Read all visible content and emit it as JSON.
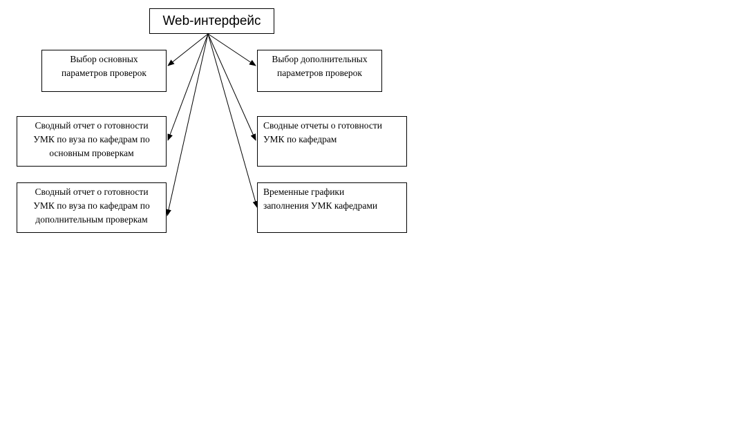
{
  "root": {
    "label": "Web-интерфейс"
  },
  "nodes": {
    "basic_params": {
      "label": "Выбор основных\nпараметров проверок"
    },
    "extra_params": {
      "label": "Выбор дополнительных\nпараметров проверок"
    },
    "summary_basic": {
      "label": "Сводный отчет о готовности\nУМК по вуза по кафедрам по\nосновным проверкам"
    },
    "summary_dept": {
      "label": "Сводные отчеты о готовности\nУМК по кафедрам"
    },
    "summary_extra": {
      "label": "Сводный отчет о готовности\nУМК по вуза по кафедрам по\nдополнительным проверкам"
    },
    "schedule": {
      "label": "Временные графики\nзаполнения УМК кафедрами"
    }
  },
  "edges": [
    {
      "from": "root",
      "to": "basic_params"
    },
    {
      "from": "root",
      "to": "extra_params"
    },
    {
      "from": "root",
      "to": "summary_basic"
    },
    {
      "from": "root",
      "to": "summary_dept"
    },
    {
      "from": "root",
      "to": "summary_extra"
    },
    {
      "from": "root",
      "to": "schedule"
    }
  ],
  "colors": {
    "stroke": "#000000",
    "background": "#ffffff"
  }
}
